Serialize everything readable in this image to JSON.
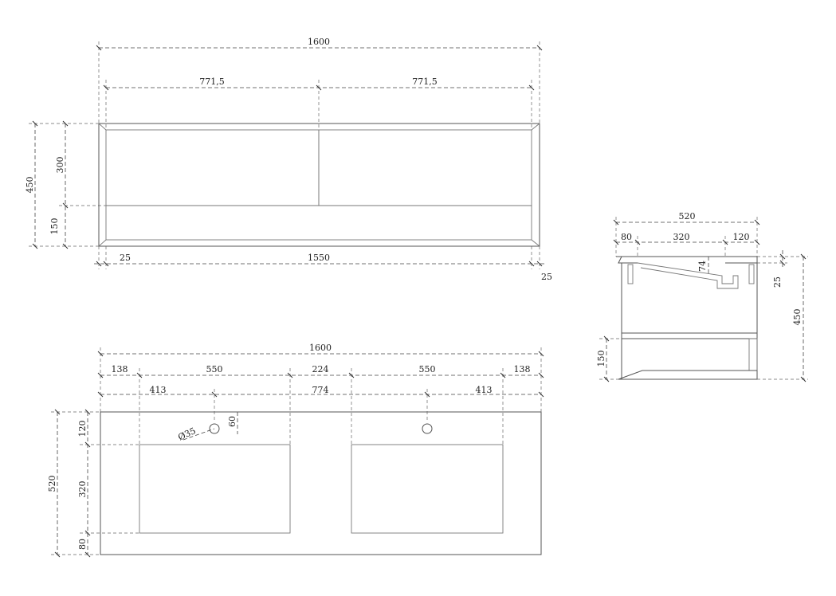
{
  "front_view": {
    "overall_width": "1600",
    "drawer_left_width": "771,5",
    "drawer_right_width": "771,5",
    "overall_height": "450",
    "drawer_height": "300",
    "shelf_height": "150",
    "side_left": "25",
    "inner_width": "1550",
    "side_right": "25"
  },
  "side_view": {
    "overall_depth": "520",
    "front_part": "80",
    "middle_part": "320",
    "back_part": "120",
    "top_thickness": "25",
    "basin_depth": "74",
    "overall_height": "450",
    "shelf_height": "150"
  },
  "top_view": {
    "overall_width": "1600",
    "edge_left": "138",
    "basin_left_width": "550",
    "gap_between": "224",
    "basin_right_width": "550",
    "edge_right": "138",
    "tap_left_offset": "413",
    "tap_spacing": "774",
    "tap_right_offset": "413",
    "overall_depth": "520",
    "back_margin": "120",
    "basin_depth": "320",
    "front_margin": "80",
    "tap_hole_diameter": "Ø35",
    "tap_hole_offset": "60"
  }
}
